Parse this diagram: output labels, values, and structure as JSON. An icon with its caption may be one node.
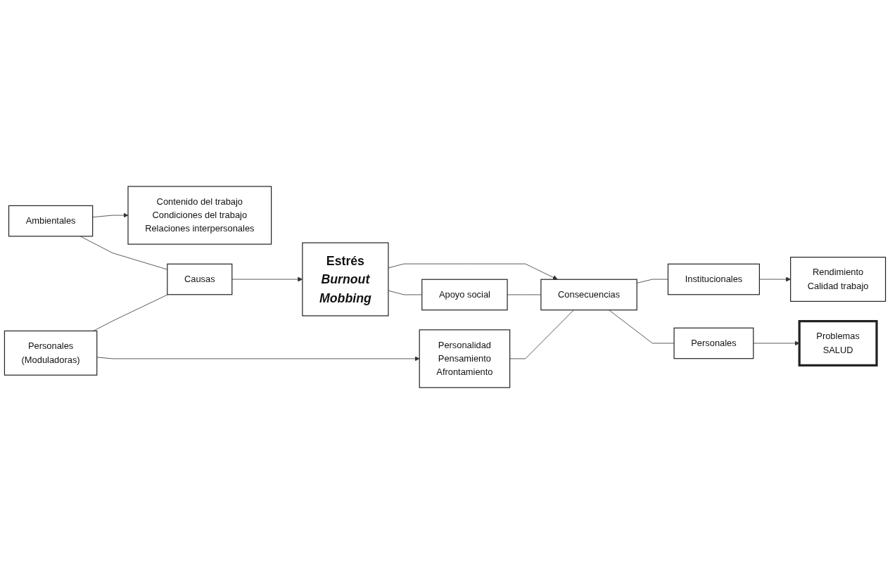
{
  "diagram": {
    "nodes": [
      {
        "text": [
          "Contenido del trabajo",
          "Condiciones del trabajo",
          "Relaciones interpersonales"
        ]
      },
      {
        "text": [
          "Rendimiento",
          "Calidad trabajo"
        ]
      },
      {
        "text": [
          "Ambientales"
        ]
      },
      {
        "text": [
          "Estrés",
          "Burnout",
          "Mobbing"
        ]
      },
      {
        "text": [
          "Institucionales"
        ]
      },
      {
        "text": [
          "Causas"
        ]
      },
      {
        "text": [
          "Consecuencias"
        ]
      },
      {
        "text": [
          "Personales",
          "(Moduladoras)"
        ]
      },
      {
        "text": [
          "Personales"
        ]
      },
      {
        "text": [
          "Apoyo social"
        ]
      },
      {
        "text": [
          "Problemas",
          "SALUD"
        ]
      },
      {
        "text": [
          "Personalidad",
          "Pensamiento",
          "Afrontamiento"
        ]
      }
    ],
    "edges": [
      {
        "from": 2,
        "to": 0,
        "arrow": "to"
      },
      {
        "from": 2,
        "to": 5,
        "arrow": "none"
      },
      {
        "from": 7,
        "to": 5,
        "arrow": "none"
      },
      {
        "from": 7,
        "to": 11,
        "arrow": "to"
      },
      {
        "from": 5,
        "to": 3,
        "arrow": "to"
      },
      {
        "from": 3,
        "to": 6,
        "arrow": "to"
      },
      {
        "from": 3,
        "to": 9,
        "arrow": "none"
      },
      {
        "from": 9,
        "to": 6,
        "arrow": "none"
      },
      {
        "from": 11,
        "to": 6,
        "arrow": "none"
      },
      {
        "from": 6,
        "to": 4,
        "arrow": "none"
      },
      {
        "from": 4,
        "to": 1,
        "arrow": "to"
      },
      {
        "from": 6,
        "to": 8,
        "arrow": "none"
      },
      {
        "from": 8,
        "to": 10,
        "arrow": "to"
      }
    ]
  }
}
